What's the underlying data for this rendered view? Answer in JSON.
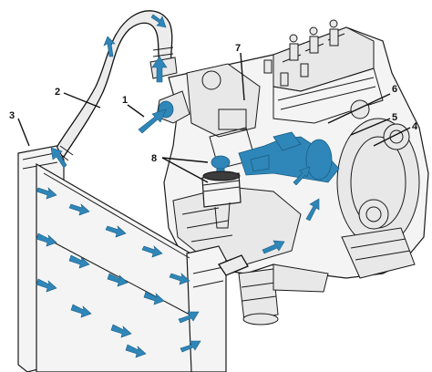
{
  "diagram": {
    "callouts": [
      {
        "id": "1",
        "text": "1"
      },
      {
        "id": "2",
        "text": "2"
      },
      {
        "id": "3",
        "text": "3"
      },
      {
        "id": "4",
        "text": "4"
      },
      {
        "id": "5",
        "text": "5"
      },
      {
        "id": "6",
        "text": "6"
      },
      {
        "id": "7",
        "text": "7"
      },
      {
        "id": "8",
        "text": "8"
      }
    ],
    "colors": {
      "coolant_flow": "#2f86b8",
      "line_art": "#1a1a1a",
      "background": "#ffffff"
    },
    "icons": [
      "flow-arrow-icon"
    ]
  }
}
